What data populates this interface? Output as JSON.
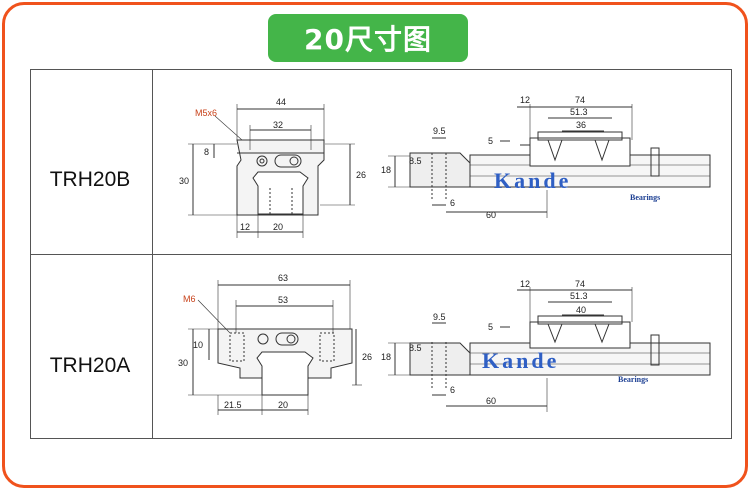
{
  "title": "20尺寸图",
  "rows": [
    {
      "model": "TRH20B",
      "front": {
        "thread": "M5x6",
        "top_width": "44",
        "hole_span": "32",
        "height": "30",
        "flange": "8",
        "rail_h": "26",
        "offset": "12",
        "rail_w": "20"
      },
      "side": {
        "d1": "12",
        "len": "74",
        "len2": "51.3",
        "len3": "36",
        "gap": "5",
        "hole": "9.5",
        "depth": "8.5",
        "h": "18",
        "base": "6",
        "pitch": "60"
      }
    },
    {
      "model": "TRH20A",
      "front": {
        "thread": "M6",
        "top_width": "63",
        "hole_span": "53",
        "height": "30",
        "flange": "10",
        "rail_h": "26",
        "offset": "21.5",
        "rail_w": "20"
      },
      "side": {
        "d1": "12",
        "len": "74",
        "len2": "51.3",
        "len3": "40",
        "gap": "5",
        "hole": "9.5",
        "depth": "8.5",
        "h": "18",
        "base": "6",
        "pitch": "60"
      }
    }
  ],
  "logo": {
    "brand": "Kande",
    "sub": "Bearings"
  },
  "colors": {
    "frame": "#f0521c",
    "title_bg": "#44b549",
    "logo": "#2f5fc4"
  }
}
